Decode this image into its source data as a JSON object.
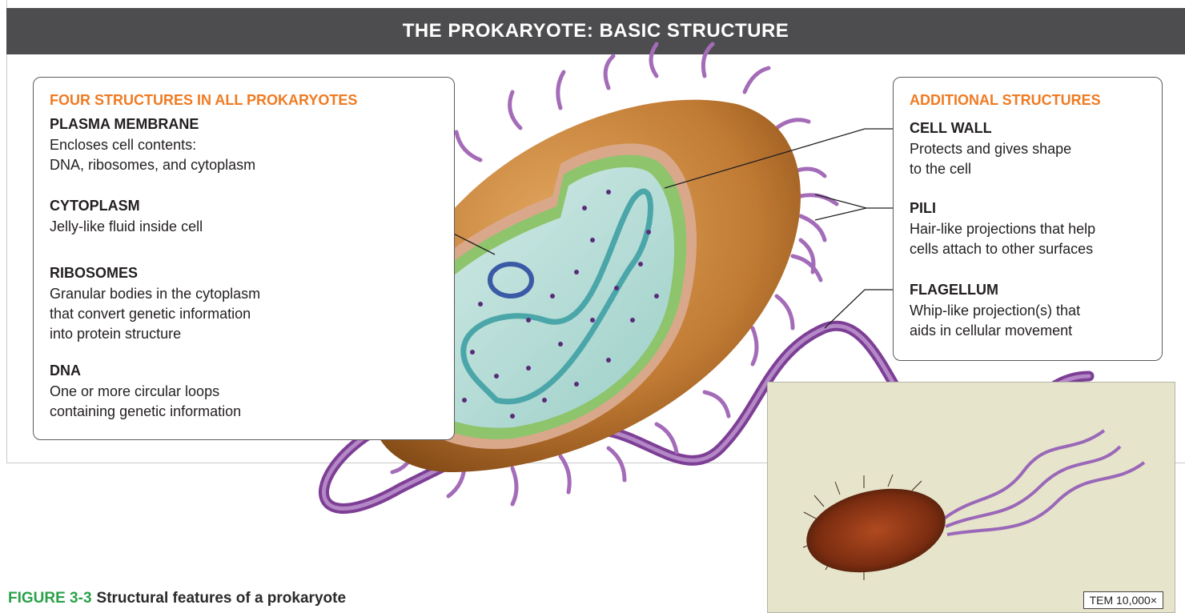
{
  "header": {
    "title": "THE PROKARYOTE: BASIC STRUCTURE"
  },
  "left_box": {
    "heading": "FOUR STRUCTURES IN ALL PROKARYOTES",
    "items": [
      {
        "term": "PLASMA MEMBRANE",
        "description": [
          "Encloses cell contents:",
          "DNA, ribosomes, and cytoplasm"
        ]
      },
      {
        "term": "CYTOPLASM",
        "description": [
          "Jelly-like fluid inside cell"
        ]
      },
      {
        "term": "RIBOSOMES",
        "description": [
          "Granular bodies in the cytoplasm",
          "that convert genetic information",
          "into protein structure"
        ]
      },
      {
        "term": "DNA",
        "description": [
          "One or more circular loops",
          "containing genetic information"
        ]
      }
    ]
  },
  "right_box": {
    "heading": "ADDITIONAL STRUCTURES",
    "items": [
      {
        "term": "CELL WALL",
        "description": [
          "Protects and gives shape",
          "to the cell"
        ]
      },
      {
        "term": "PILI",
        "description": [
          "Hair-like projections that help",
          "cells attach to other surfaces"
        ]
      },
      {
        "term": "FLAGELLUM",
        "description": [
          "Whip-like projection(s) that",
          "aids in cellular movement"
        ]
      }
    ]
  },
  "inset": {
    "label": "TEM 10,000×"
  },
  "caption": {
    "figure_number": "FIGURE 3-3",
    "title": "Structural features of a prokaryote"
  },
  "colors": {
    "header_bg": "#4d4d4f",
    "heading_orange": "#ef7b22",
    "figure_green": "#2aa149",
    "cell_wall_brown": "#c07a33",
    "membrane_green": "#8dc46c",
    "cytoplasm": "#b8ddd8",
    "dna": "#4aa6a8",
    "plasmid": "#3b5aa6",
    "pili_purple": "#a46cb8",
    "ribosome": "#5b2a7a"
  }
}
